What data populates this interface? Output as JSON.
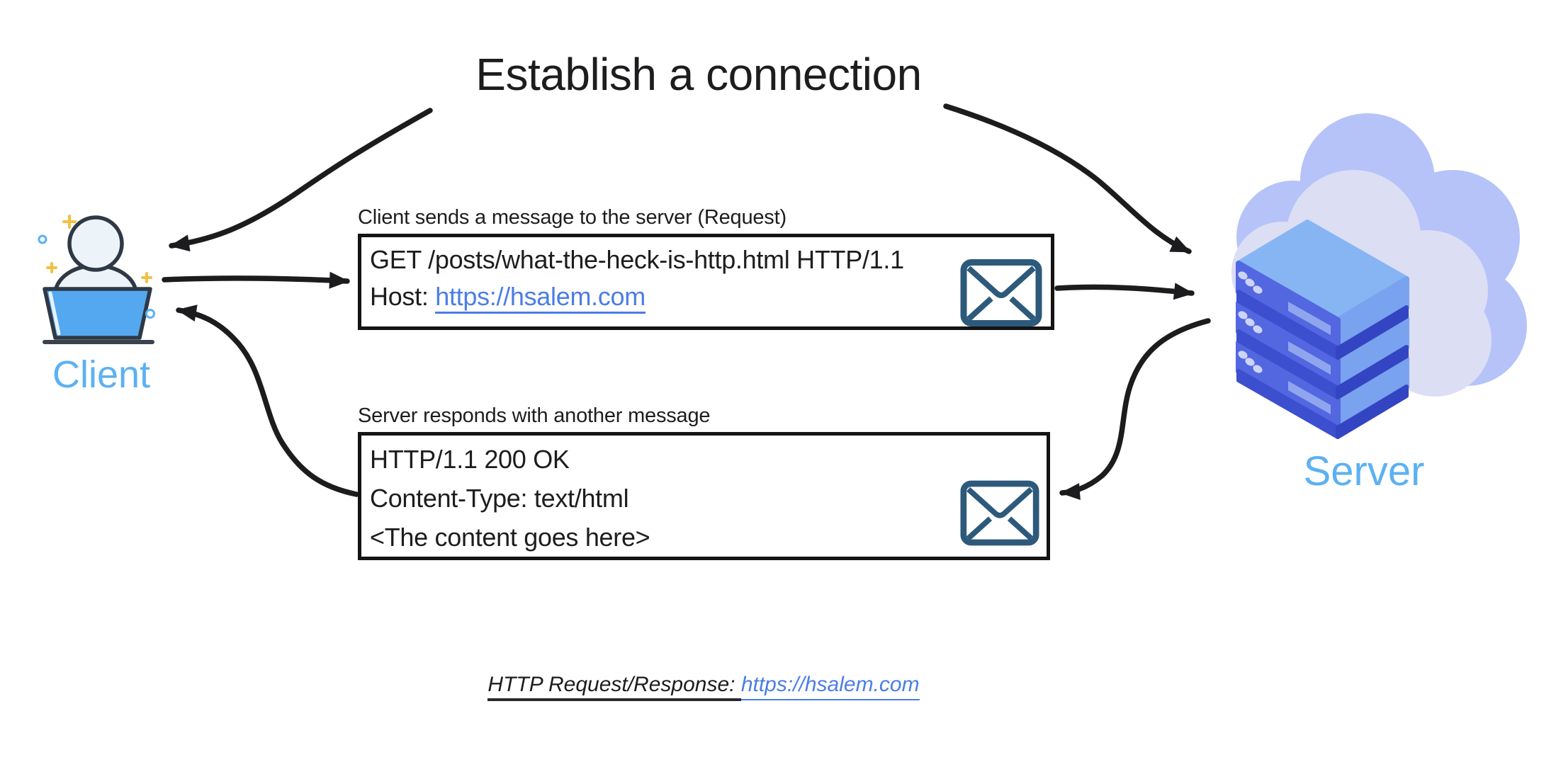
{
  "title": "Establish a connection",
  "client": {
    "label": "Client"
  },
  "server": {
    "label": "Server"
  },
  "request": {
    "caption": "Client sends a message to the server (Request)",
    "line1": "GET /posts/what-the-heck-is-http.html HTTP/1.1",
    "line2_prefix": "Host: ",
    "line2_link": "https://hsalem.com"
  },
  "response": {
    "caption": "Server responds with another message",
    "line1": "HTTP/1.1 200 OK",
    "line2": "Content-Type: text/html",
    "line3": "<The content goes here>"
  },
  "footer": {
    "prefix": "HTTP Request/Response: ",
    "link": "https://hsalem.com"
  },
  "icons": {
    "client": "person-at-laptop-icon",
    "server": "cloud-server-stack-icon",
    "request_message": "envelope-icon",
    "response_message": "envelope-icon"
  },
  "colors": {
    "ink": "#1d1d1f",
    "box_border": "#141414",
    "arrow_black": "#1c1c1e",
    "label_blue": "#5bb1f2",
    "laptop_blue": "#54a8ef",
    "link_blue": "#4b7de5",
    "envelope_blue": "#2d5a7b",
    "outline_dark": "#2e3945",
    "skin_light": "#ecf3f9",
    "sparkle_yellow": "#f2c043",
    "cloud_back": "#b6c3f8",
    "cloud_front": "#dcdef4",
    "server_top": "#87b5f4",
    "server_front": "#5367e1",
    "server_side": "#79a3ee",
    "server_dark_front": "#3c4fce",
    "server_dark_side": "#3345c2",
    "server_slot": "#8fa6ef",
    "server_dot": "#cdd4fb",
    "base_bar": "#39434e"
  }
}
